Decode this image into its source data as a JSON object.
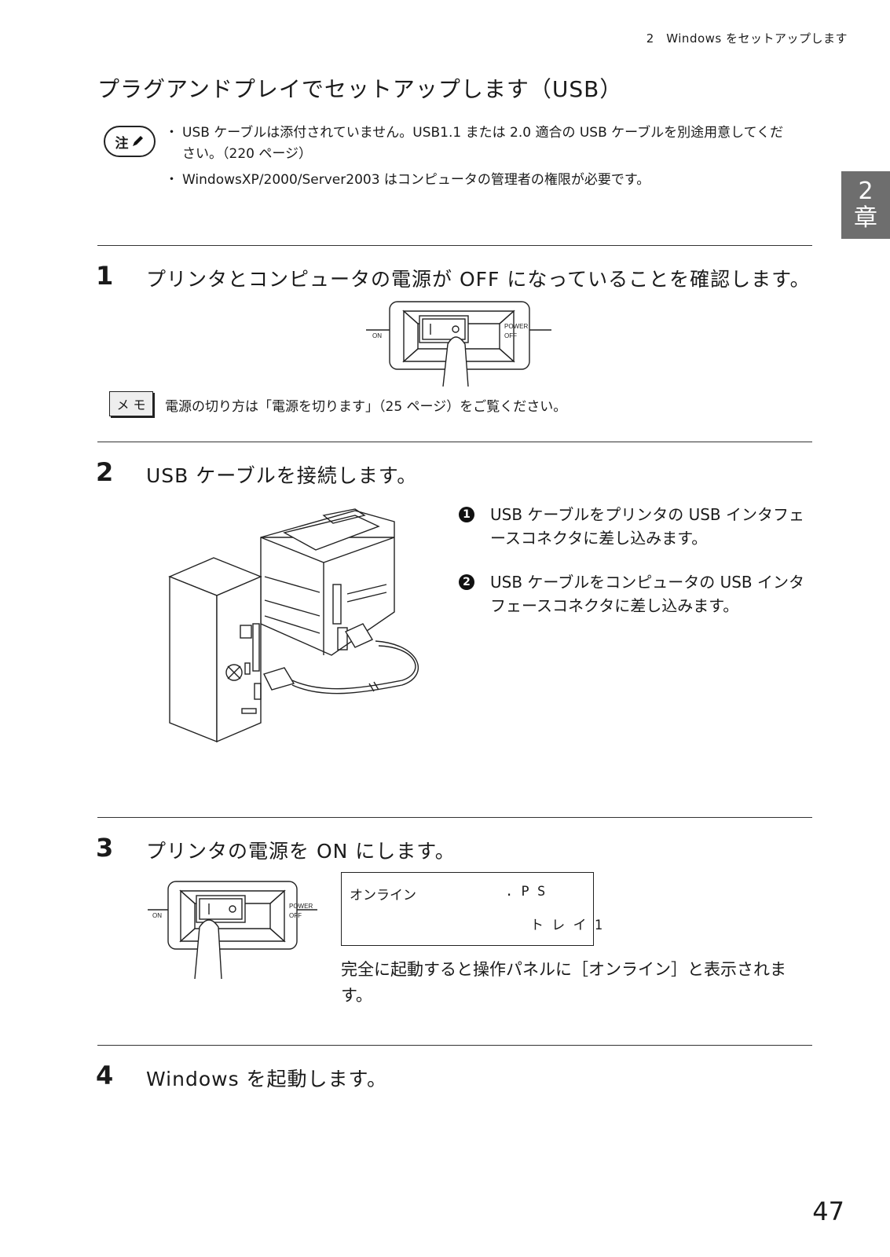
{
  "header": {
    "chapter": "2　Windows をセットアップします"
  },
  "chapter_tab": {
    "number": "2",
    "kanji": "章"
  },
  "section": {
    "title": "プラグアンドプレイでセットアップします（USB）"
  },
  "note": {
    "icon_label": "注",
    "bullet": "・",
    "items": [
      "USB ケーブルは添付されていません。USB1.1 または 2.0 適合の USB ケーブルを別途用意してください。（220 ページ）",
      "WindowsXP/2000/Server2003 はコンピュータの管理者の権限が必要です。"
    ]
  },
  "switch_labels": {
    "on": "ON",
    "power": "POWER",
    "off": "OFF"
  },
  "steps": [
    {
      "number": "1",
      "text": "プリンタとコンピュータの電源が OFF になっていることを確認します。"
    },
    {
      "number": "2",
      "text": "USB ケーブルを接続します。"
    },
    {
      "number": "3",
      "text": "プリンタの電源を ON にします。"
    },
    {
      "number": "4",
      "text": "Windows を起動します。"
    }
  ],
  "memo": {
    "icon_label": "メ モ",
    "text": "電源の切り方は「電源を切ります」（25 ページ）をご覧ください。"
  },
  "usb_callouts": [
    {
      "num": "1",
      "text": "USB ケーブルをプリンタの USB インタフェースコネクタに差し込みます。"
    },
    {
      "num": "2",
      "text": "USB ケーブルをコンピュータの USB インタフェースコネクタに差し込みます。"
    }
  ],
  "lcd": {
    "line1_left": "オンライン",
    "line1_right": ". P S",
    "line2_right": "ト レ イ 1"
  },
  "step3_result": "完全に起動すると操作パネルに［オンライン］と表示されます。",
  "page_number": "47"
}
